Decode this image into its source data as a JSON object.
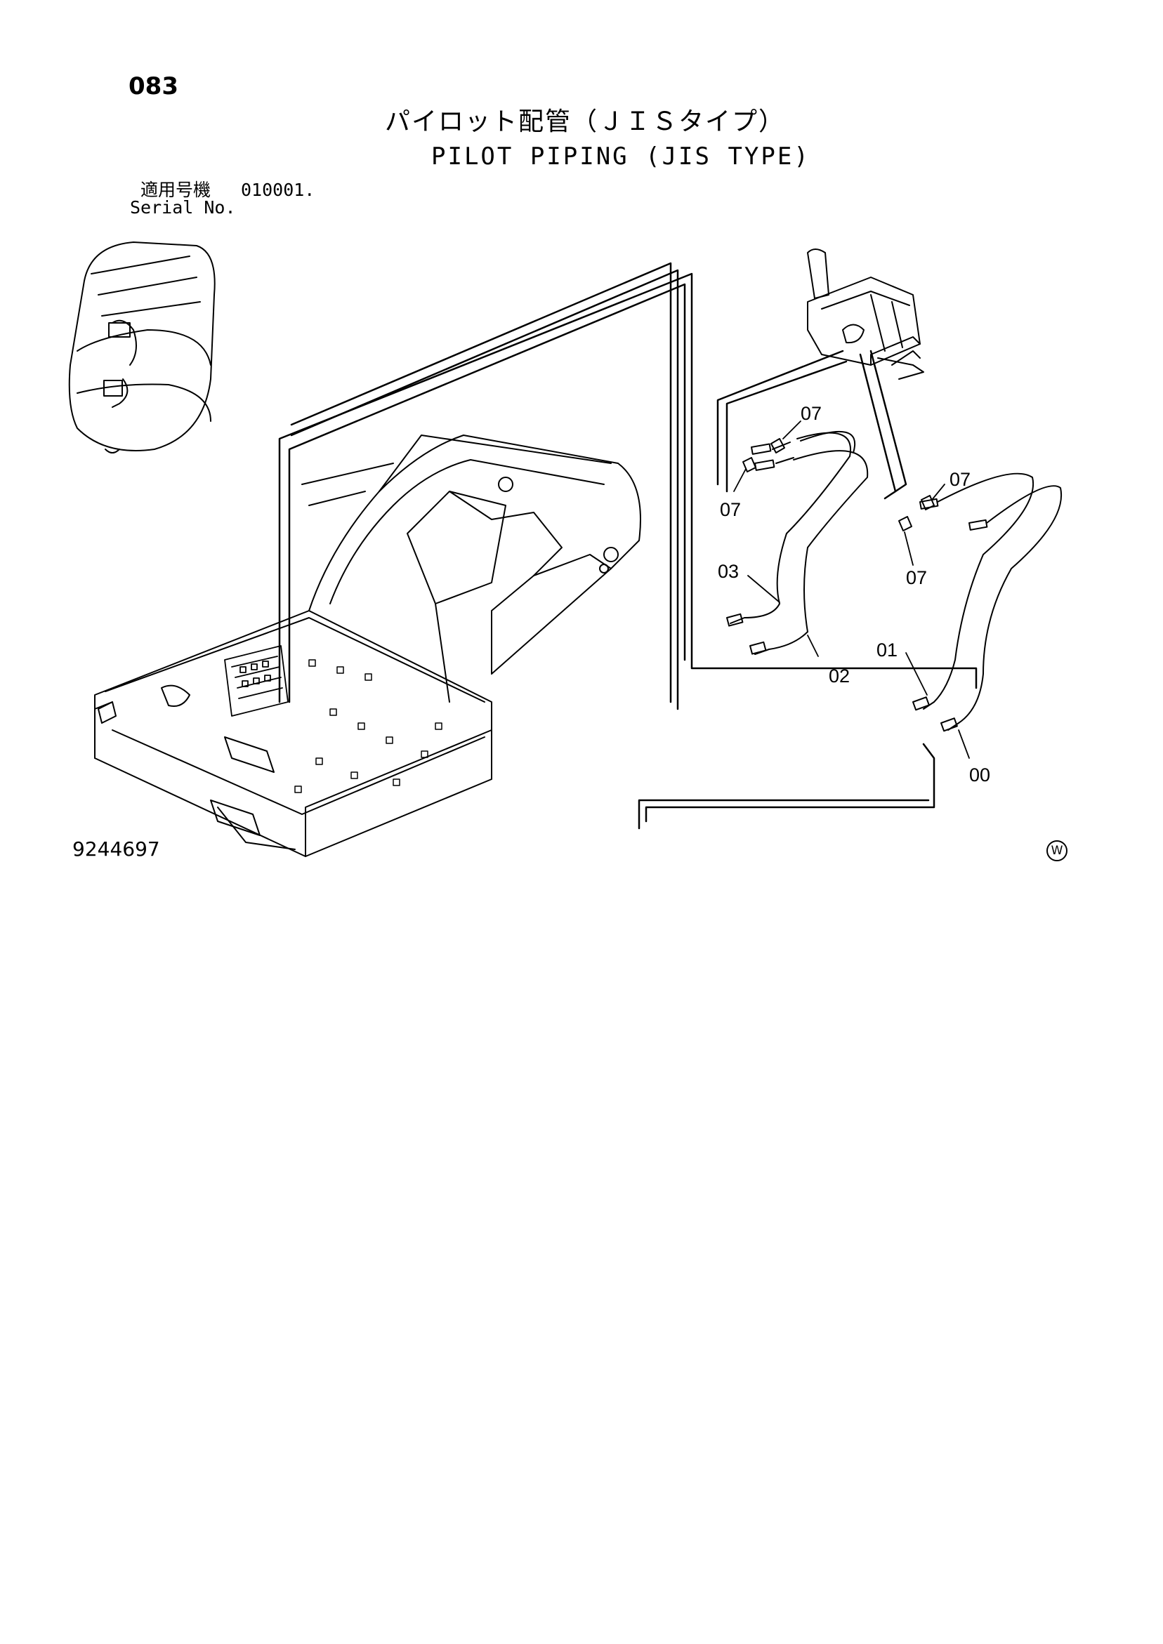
{
  "page": {
    "number": "083",
    "title_jp": "パイロット配管（ＪＩＳタイプ）",
    "title_en": "PILOT PIPING (JIS TYPE)",
    "serial_label_jp": "適用号機",
    "serial_value": "010001.",
    "serial_label_en": "Serial No.",
    "drawing_number": "9244697",
    "w_mark": "W"
  },
  "callouts": {
    "c07_top_left": "07",
    "c07_left": "07",
    "c07_right_top": "07",
    "c07_right_bottom": "07",
    "c03": "03",
    "c02": "02",
    "c01": "01",
    "c00": "00"
  }
}
